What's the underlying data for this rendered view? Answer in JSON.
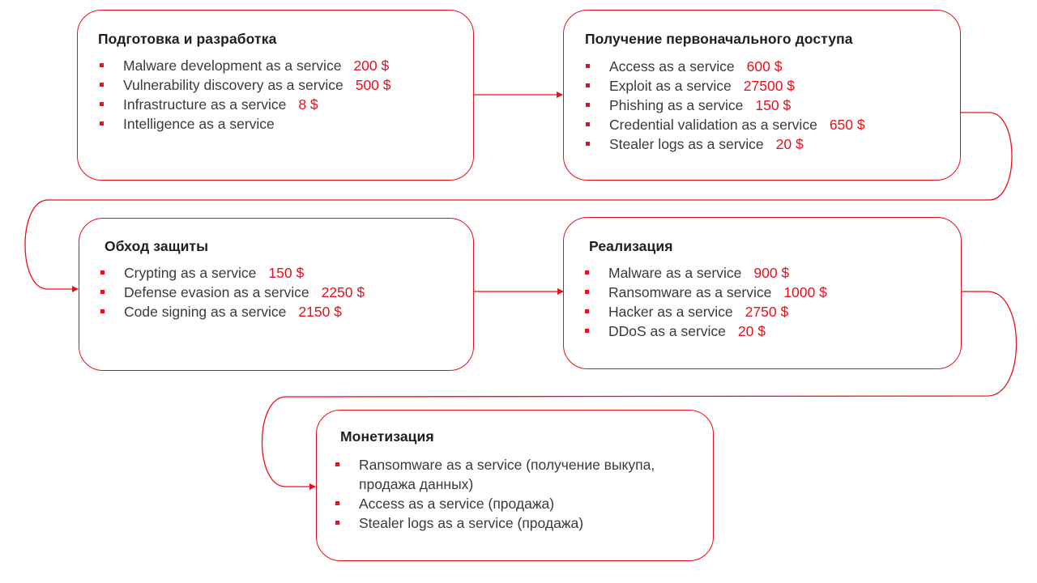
{
  "colors": {
    "accent": "#e8101c",
    "text": "#3a3a3a",
    "heading": "#1f1f1f"
  },
  "stages": [
    {
      "id": "prep",
      "title": "Подготовка и разработка",
      "items": [
        {
          "label": "Malware development as a service",
          "price": "200 $"
        },
        {
          "label": "Vulnerability discovery as a service",
          "price": "500 $"
        },
        {
          "label": "Infrastructure as a service",
          "price": "8 $"
        },
        {
          "label": "Intelligence as a service",
          "price": ""
        }
      ]
    },
    {
      "id": "access",
      "title": "Получение первоначального доступа",
      "items": [
        {
          "label": "Access as a service",
          "price": "600 $"
        },
        {
          "label": "Exploit as a service",
          "price": "27500 $"
        },
        {
          "label": "Phishing as a service",
          "price": "150 $"
        },
        {
          "label": "Credential validation as a service",
          "price": "650 $"
        },
        {
          "label": "Stealer logs as a service",
          "price": "20 $"
        }
      ]
    },
    {
      "id": "evasion",
      "title": "Обход защиты",
      "items": [
        {
          "label": "Crypting as a service",
          "price": "150 $"
        },
        {
          "label": "Defense evasion as a service",
          "price": "2250 $"
        },
        {
          "label": "Code signing as a service",
          "price": "2150 $"
        }
      ]
    },
    {
      "id": "execution",
      "title": "Реализация",
      "items": [
        {
          "label": "Malware as a service",
          "price": "900 $"
        },
        {
          "label": "Ransomware as a service",
          "price": "1000 $"
        },
        {
          "label": "Hacker as a service",
          "price": "2750 $"
        },
        {
          "label": "DDoS as a service",
          "price": "20 $"
        }
      ]
    },
    {
      "id": "monetization",
      "title": "Монетизация",
      "items": [
        {
          "label": "Ransomware as a service (получение выкупа, продажа данных)",
          "price": ""
        },
        {
          "label": "Access as a service (продажа)",
          "price": ""
        },
        {
          "label": "Stealer logs as a service (продажа)",
          "price": ""
        }
      ]
    }
  ]
}
